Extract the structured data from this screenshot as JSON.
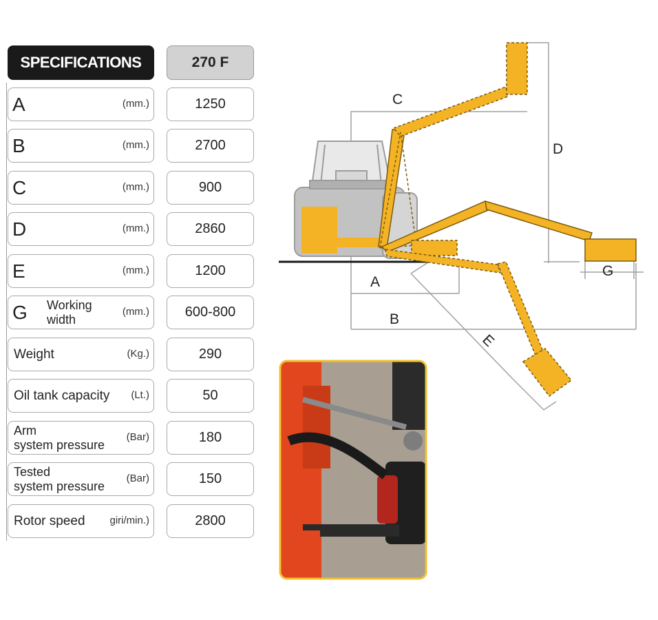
{
  "table": {
    "header_label": "SPECIFICATIONS",
    "model": "270 F",
    "rows": [
      {
        "letter": "A",
        "unit": "(mm.)",
        "value": "1250"
      },
      {
        "letter": "B",
        "unit": "(mm.)",
        "value": "2700"
      },
      {
        "letter": "C",
        "unit": "(mm.)",
        "value": "900"
      },
      {
        "letter": "D",
        "unit": "(mm.)",
        "value": "2860"
      },
      {
        "letter": "E",
        "unit": "(mm.)",
        "value": "1200"
      },
      {
        "letter": "G",
        "name_line1": "Working",
        "name_line2": "width",
        "unit": "(mm.)",
        "value": "600-800"
      },
      {
        "name": "Weight",
        "unit": "(Kg.)",
        "value": "290"
      },
      {
        "name": "Oil tank capacity",
        "unit": "(Lt.)",
        "value": "50"
      },
      {
        "name_line1": "Arm",
        "name_line2": "system pressure",
        "unit": "(Bar)",
        "value": "180"
      },
      {
        "name_line1": "Tested",
        "name_line2": "system pressure",
        "unit": "(Bar)",
        "value": "150"
      },
      {
        "name": "Rotor speed",
        "unit": "giri/min.)",
        "value": "2800"
      }
    ]
  },
  "diagram": {
    "labels": {
      "A": "A",
      "B": "B",
      "C": "C",
      "D": "D",
      "E": "E",
      "G": "G"
    },
    "colors": {
      "arm_yellow": "#f4b324",
      "arm_dash": "#7a5a10",
      "tractor_gray": "#b9b9b9",
      "dimension_line": "#a0a0a0"
    }
  },
  "photo": {
    "subject": "mower-attachment-hitch-photo",
    "colors": {
      "frame": "#f0c030",
      "implement_orange": "#e2461e",
      "gravel": "#a89f92"
    }
  }
}
